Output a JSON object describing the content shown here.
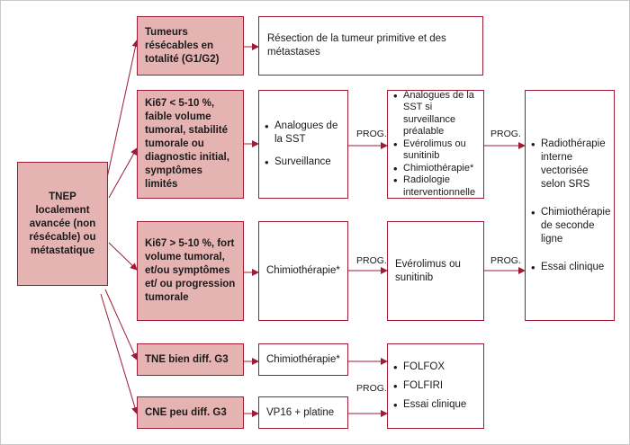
{
  "root": {
    "label": "TNEP localement avancée (non résécable) ou métastatique"
  },
  "criteria": {
    "c1": "Tumeurs résécables en totalité (G1/G2)",
    "c2": "Ki67 < 5-10 %, faible volume tumoral, stabilité tumorale ou diagnostic initial, symptômes limités",
    "c3": "Ki67 > 5-10 %, fort volume tumoral, et/ou symptômes et/ ou progression tumorale",
    "c4": "TNE bien diff. G3",
    "c5": "CNE peu diff. G3"
  },
  "first_line": {
    "resection": "Résection de la tumeur primitive et des métastases",
    "ki67_low": [
      "Analogues de la SST",
      "Surveillance"
    ],
    "ki67_high": "Chimiothérapie*",
    "g3_well": "Chimiothérapie*",
    "g3_poor": "VP16 + platine"
  },
  "second_line": {
    "ki67_low": [
      "Analogues de la SST si surveillance préalable",
      "Evérolimus ou sunitinib",
      "Chimiothérapie*",
      "Radiologie interventionnelle"
    ],
    "ki67_high": "Evérolimus ou sunitinib",
    "g3": [
      "FOLFOX",
      "FOLFIRI",
      "Essai clinique"
    ]
  },
  "third_line": [
    "Radiothérapie interne vectorisée selon SRS",
    "Chimiothérapie de seconde ligne",
    "Essai clinique"
  ],
  "edge_label": "PROG.",
  "colors": {
    "accent": "#9b1c34",
    "fill": "#e6b3b3"
  }
}
